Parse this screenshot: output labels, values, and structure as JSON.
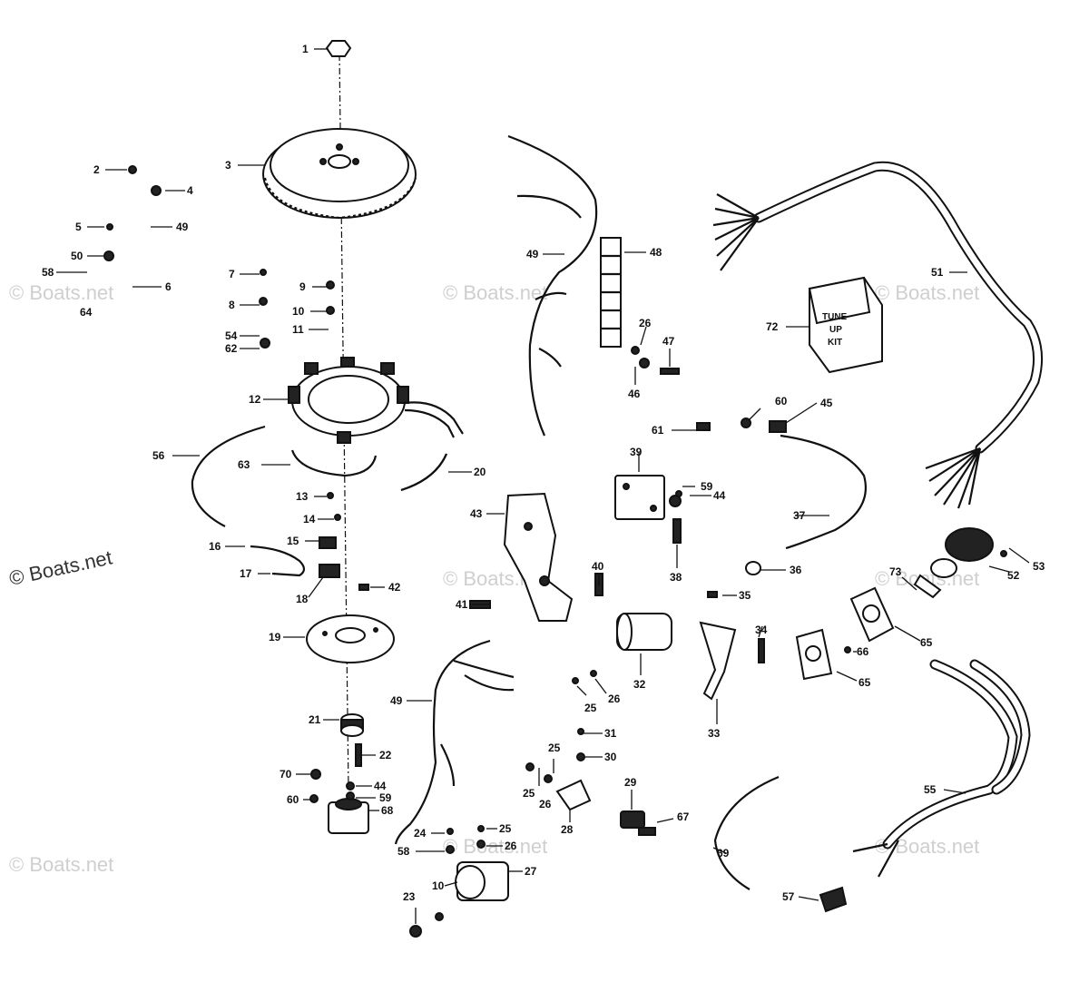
{
  "watermark": "© Boats.net",
  "tune_up_kit": {
    "line1": "TUNE",
    "line2": "UP",
    "line3": "KIT"
  },
  "callouts": [
    {
      "id": "c1",
      "label": "1"
    },
    {
      "id": "c2",
      "label": "2"
    },
    {
      "id": "c3",
      "label": "3"
    },
    {
      "id": "c4",
      "label": "4"
    },
    {
      "id": "c5",
      "label": "5"
    },
    {
      "id": "c6",
      "label": "6"
    },
    {
      "id": "c7",
      "label": "7"
    },
    {
      "id": "c8",
      "label": "8"
    },
    {
      "id": "c9",
      "label": "9"
    },
    {
      "id": "c10a",
      "label": "10"
    },
    {
      "id": "c10b",
      "label": "10"
    },
    {
      "id": "c11",
      "label": "11"
    },
    {
      "id": "c12",
      "label": "12"
    },
    {
      "id": "c13",
      "label": "13"
    },
    {
      "id": "c14",
      "label": "14"
    },
    {
      "id": "c15",
      "label": "15"
    },
    {
      "id": "c16",
      "label": "16"
    },
    {
      "id": "c17",
      "label": "17"
    },
    {
      "id": "c18",
      "label": "18"
    },
    {
      "id": "c19",
      "label": "19"
    },
    {
      "id": "c20",
      "label": "20"
    },
    {
      "id": "c21",
      "label": "21"
    },
    {
      "id": "c22",
      "label": "22"
    },
    {
      "id": "c23",
      "label": "23"
    },
    {
      "id": "c24",
      "label": "24"
    },
    {
      "id": "c25a",
      "label": "25"
    },
    {
      "id": "c25b",
      "label": "25"
    },
    {
      "id": "c25c",
      "label": "25"
    },
    {
      "id": "c25d",
      "label": "25"
    },
    {
      "id": "c26a",
      "label": "26"
    },
    {
      "id": "c26b",
      "label": "26"
    },
    {
      "id": "c26c",
      "label": "26"
    },
    {
      "id": "c26d",
      "label": "26"
    },
    {
      "id": "c27",
      "label": "27"
    },
    {
      "id": "c28",
      "label": "28"
    },
    {
      "id": "c29",
      "label": "29"
    },
    {
      "id": "c30",
      "label": "30"
    },
    {
      "id": "c31",
      "label": "31"
    },
    {
      "id": "c32",
      "label": "32"
    },
    {
      "id": "c33",
      "label": "33"
    },
    {
      "id": "c34",
      "label": "34"
    },
    {
      "id": "c35",
      "label": "35"
    },
    {
      "id": "c36",
      "label": "36"
    },
    {
      "id": "c37",
      "label": "37"
    },
    {
      "id": "c38",
      "label": "38"
    },
    {
      "id": "c39",
      "label": "39"
    },
    {
      "id": "c40",
      "label": "40"
    },
    {
      "id": "c41",
      "label": "41"
    },
    {
      "id": "c42",
      "label": "42"
    },
    {
      "id": "c43",
      "label": "43"
    },
    {
      "id": "c44a",
      "label": "44"
    },
    {
      "id": "c44b",
      "label": "44"
    },
    {
      "id": "c45",
      "label": "45"
    },
    {
      "id": "c46",
      "label": "46"
    },
    {
      "id": "c47",
      "label": "47"
    },
    {
      "id": "c48",
      "label": "48"
    },
    {
      "id": "c49a",
      "label": "49"
    },
    {
      "id": "c49b",
      "label": "49"
    },
    {
      "id": "c49c",
      "label": "49"
    },
    {
      "id": "c50",
      "label": "50"
    },
    {
      "id": "c51",
      "label": "51"
    },
    {
      "id": "c52",
      "label": "52"
    },
    {
      "id": "c53",
      "label": "53"
    },
    {
      "id": "c54",
      "label": "54"
    },
    {
      "id": "c55",
      "label": "55"
    },
    {
      "id": "c56",
      "label": "56"
    },
    {
      "id": "c57",
      "label": "57"
    },
    {
      "id": "c58a",
      "label": "58"
    },
    {
      "id": "c58b",
      "label": "58"
    },
    {
      "id": "c59a",
      "label": "59"
    },
    {
      "id": "c59b",
      "label": "59"
    },
    {
      "id": "c60a",
      "label": "60"
    },
    {
      "id": "c60b",
      "label": "60"
    },
    {
      "id": "c61",
      "label": "61"
    },
    {
      "id": "c62",
      "label": "62"
    },
    {
      "id": "c63",
      "label": "63"
    },
    {
      "id": "c64",
      "label": "64"
    },
    {
      "id": "c65a",
      "label": "65"
    },
    {
      "id": "c65b",
      "label": "65"
    },
    {
      "id": "c66",
      "label": "66"
    },
    {
      "id": "c67",
      "label": "67"
    },
    {
      "id": "c68",
      "label": "68"
    },
    {
      "id": "c69",
      "label": "69"
    },
    {
      "id": "c70",
      "label": "70"
    },
    {
      "id": "c72",
      "label": "72"
    },
    {
      "id": "c73",
      "label": "73"
    }
  ]
}
